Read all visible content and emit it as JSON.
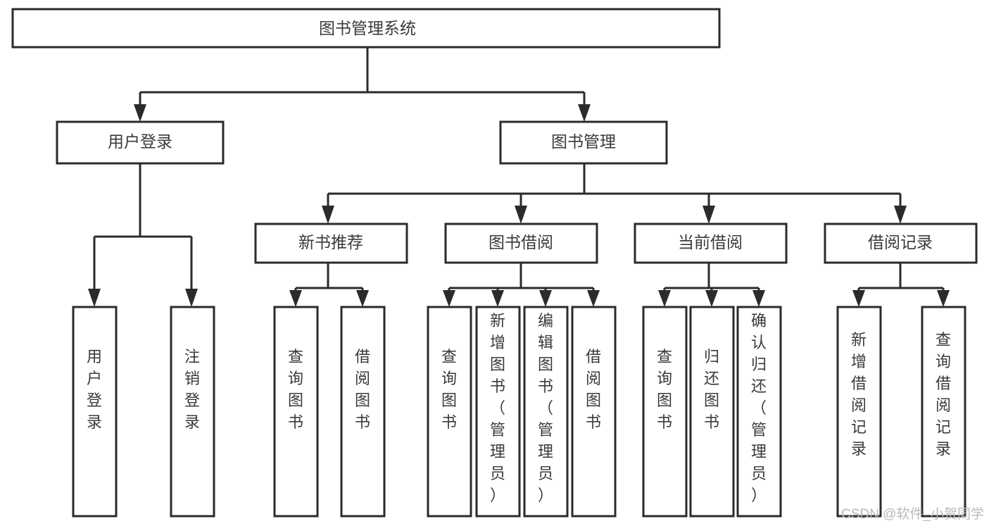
{
  "diagram": {
    "title": "图书管理系统",
    "type": "tree-hierarchy",
    "watermark": "CSDN @软件_小贺同学",
    "accent_color": "#2b2b2b",
    "text_color": "#3a3a3a",
    "background_color": "#ffffff",
    "levels": {
      "root": "图书管理系统",
      "level2": [
        "用户登录",
        "图书管理"
      ],
      "level3": [
        "新书推荐",
        "图书借阅",
        "当前借阅",
        "借阅记录"
      ],
      "level4": [
        "用户登录",
        "注销登录",
        "查询图书",
        "借阅图书",
        "查询图书",
        "新增图书（管理员）",
        "编辑图书（管理员）",
        "借阅图书",
        "查询图书",
        "归还图书",
        "确认归还（管理员）",
        "新增借阅记录",
        "查询借阅记录"
      ]
    },
    "nodes": {
      "root": {
        "label": "图书管理系统"
      },
      "user_login": {
        "label": "用户登录"
      },
      "book_manage": {
        "label": "图书管理"
      },
      "new_book_rec": {
        "label": "新书推荐"
      },
      "book_borrow": {
        "label": "图书借阅"
      },
      "current_borrow": {
        "label": "当前借阅"
      },
      "borrow_record": {
        "label": "借阅记录"
      },
      "leaf_user_login": {
        "label": "用户登录"
      },
      "leaf_logout": {
        "label": "注销登录"
      },
      "leaf_query_book_1": {
        "label": "查询图书"
      },
      "leaf_borrow_book_1": {
        "label": "借阅图书"
      },
      "leaf_query_book_2": {
        "label": "查询图书"
      },
      "leaf_add_book": {
        "label": "新增图书（管理员）"
      },
      "leaf_edit_book": {
        "label": "编辑图书（管理员）"
      },
      "leaf_borrow_book_2": {
        "label": "借阅图书"
      },
      "leaf_query_book_3": {
        "label": "查询图书"
      },
      "leaf_return_book": {
        "label": "归还图书"
      },
      "leaf_confirm_return": {
        "label": "确认归还（管理员）"
      },
      "leaf_add_record": {
        "label": "新增借阅记录"
      },
      "leaf_query_record": {
        "label": "查询借阅记录"
      }
    }
  }
}
